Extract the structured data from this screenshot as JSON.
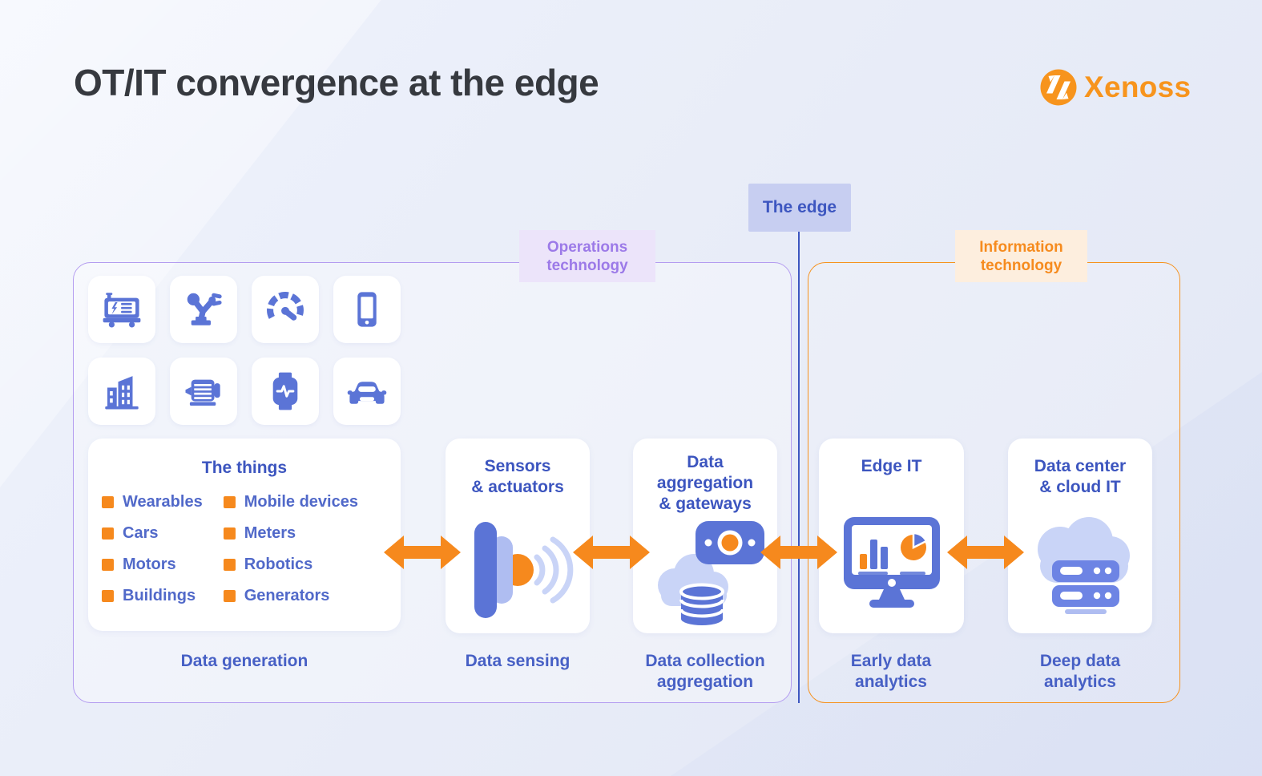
{
  "header": {
    "title": "OT/IT convergence at the edge",
    "brand": "Xenoss"
  },
  "edge_marker": {
    "label": "The edge"
  },
  "zones": {
    "ot": {
      "label": [
        "Operations",
        "technology"
      ]
    },
    "it": {
      "label": [
        "Information",
        "technology"
      ]
    }
  },
  "device_icons": [
    "generator",
    "robot-arm",
    "gauge",
    "smartphone",
    "building",
    "electric-motor",
    "smartwatch",
    "car"
  ],
  "cards": {
    "things": {
      "title": "The things",
      "columns": [
        [
          "Wearables",
          "Cars",
          "Motors",
          "Buildings"
        ],
        [
          "Mobile devices",
          "Meters",
          "Robotics",
          "Generators"
        ]
      ],
      "caption": "Data generation"
    },
    "sensors": {
      "title": [
        "Sensors",
        "& actuators"
      ],
      "caption": "Data sensing",
      "icon": "sensor-waves"
    },
    "aggregation": {
      "title": [
        "Data",
        "aggregation",
        "& gateways"
      ],
      "caption": [
        "Data collection",
        "aggregation"
      ],
      "icon": "gateway-cloud-database"
    },
    "edge_it": {
      "title": "Edge IT",
      "caption": [
        "Early data",
        "analytics"
      ],
      "icon": "monitor-dashboard"
    },
    "datacenter": {
      "title": [
        "Data center",
        "& cloud IT"
      ],
      "caption": [
        "Deep data",
        "analytics"
      ],
      "icon": "cloud-servers"
    }
  },
  "colors": {
    "accent_orange": "#F6891D",
    "brand_orange": "#F7941D",
    "icon_blue": "#5B74D6",
    "icon_blue_light": "#AFBDF1",
    "wave_blue": "#C9D4F7",
    "card_title_blue": "#3C55BF",
    "list_text_blue": "#5169C9",
    "caption_blue": "#4760C5",
    "ot_border_purple": "#B49CF0",
    "ot_label_purple": "#9C7AE8",
    "ot_label_bg": "#ECE4FA",
    "it_border_orange": "#F6921E",
    "it_label_bg": "#FDEEDE",
    "edge_box_bg": "#C7CEF1",
    "edge_text_blue": "#3D56C0",
    "title_dark": "#36393F"
  }
}
